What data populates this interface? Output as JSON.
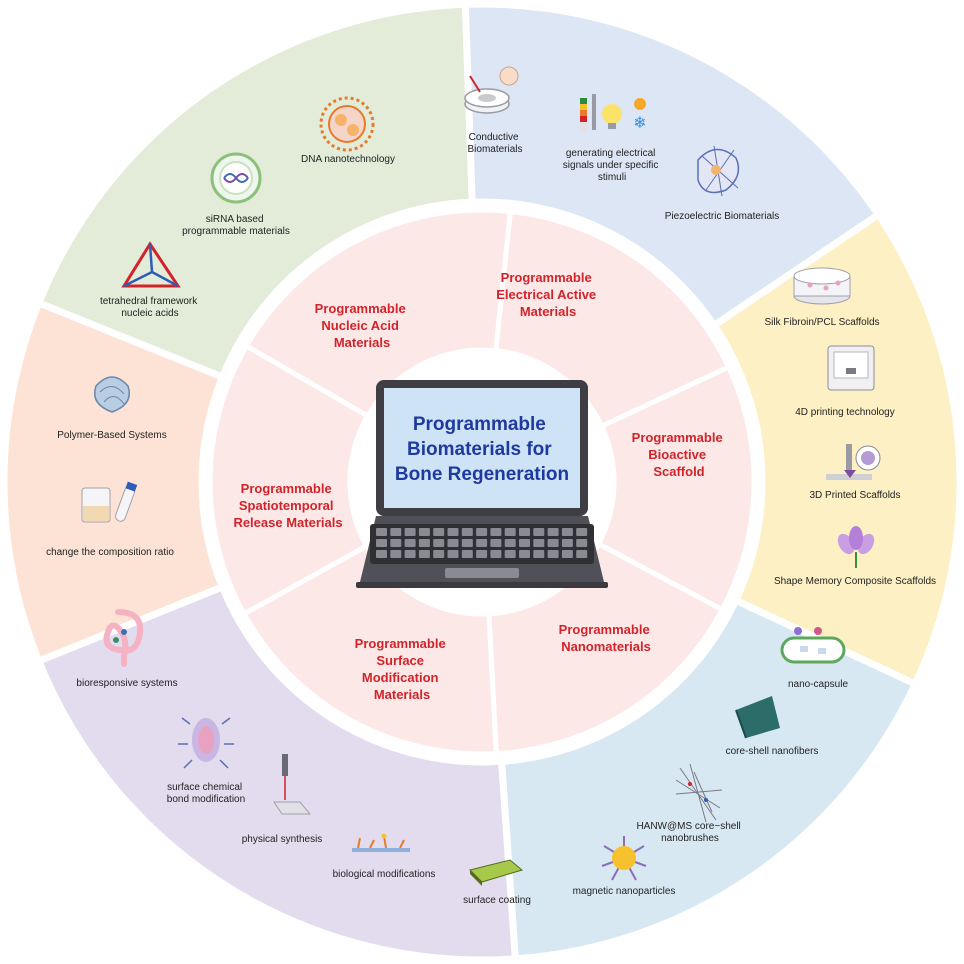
{
  "title": [
    "Programmable",
    "Biomaterials for",
    "Bone Regeneration"
  ],
  "colors": {
    "outer_nucleic": "#e2ecd9",
    "outer_electrical": "#dce6f5",
    "outer_scaffold": "#fcf0c4",
    "outer_nano": "#d8e8f2",
    "outer_surface": "#e2dcee",
    "outer_release": "#fce3d5",
    "inner_ring": "#fde8e8",
    "category_text": "#d2232a",
    "title_text": "#1f3a9e"
  },
  "categories": {
    "nucleic": [
      "Programmable",
      "Nucleic Acid",
      "Materials"
    ],
    "electrical": [
      "Programmable",
      "Electrical Active",
      "Materials"
    ],
    "scaffold": [
      "Programmable",
      "Bioactive",
      "Scaffold"
    ],
    "nano": [
      "Programmable",
      "Nanomaterials"
    ],
    "surface": [
      "Programmable",
      "Surface",
      "Modification",
      "Materials"
    ],
    "release": [
      "Programmable",
      "Spatiotemporal",
      "Release Materials"
    ]
  },
  "items": {
    "nucleic": {
      "dna": [
        "DNA nanotechnology"
      ],
      "sirna": [
        "siRNA based",
        "programmable materials"
      ],
      "tetra": [
        "tetrahedral framework",
        "nucleic acids"
      ]
    },
    "electrical": {
      "conductive": [
        "Conductive",
        "Biomaterials"
      ],
      "signals": [
        "generating electrical",
        "signals under specific",
        "stimuli"
      ],
      "piezo": [
        "Piezoelectric Biomaterials"
      ]
    },
    "scaffold": {
      "silk": [
        "Silk Fibroin/PCL Scaffolds"
      ],
      "print4d": [
        "4D printing technology"
      ],
      "print3d": [
        "3D Printed Scaffolds"
      ],
      "shape": [
        "Shape Memory Composite Scaffolds"
      ]
    },
    "nano": {
      "capsule": [
        "nano-capsule"
      ],
      "coreshell": [
        "core-shell nanofibers"
      ],
      "hanw": [
        "HANW@MS core−shell",
        "nanobrushes"
      ],
      "magnetic": [
        "magnetic nanoparticles"
      ]
    },
    "surface": {
      "chemical": [
        "surface chemical",
        "bond modification"
      ],
      "physical": [
        "physical synthesis"
      ],
      "biological": [
        "biological modifications"
      ],
      "coating": [
        "surface coating"
      ]
    },
    "release": {
      "polymer": [
        "Polymer-Based Systems"
      ],
      "ratio": [
        "change the composition ratio"
      ],
      "bioresp": [
        "bioresponsive systems"
      ]
    }
  }
}
